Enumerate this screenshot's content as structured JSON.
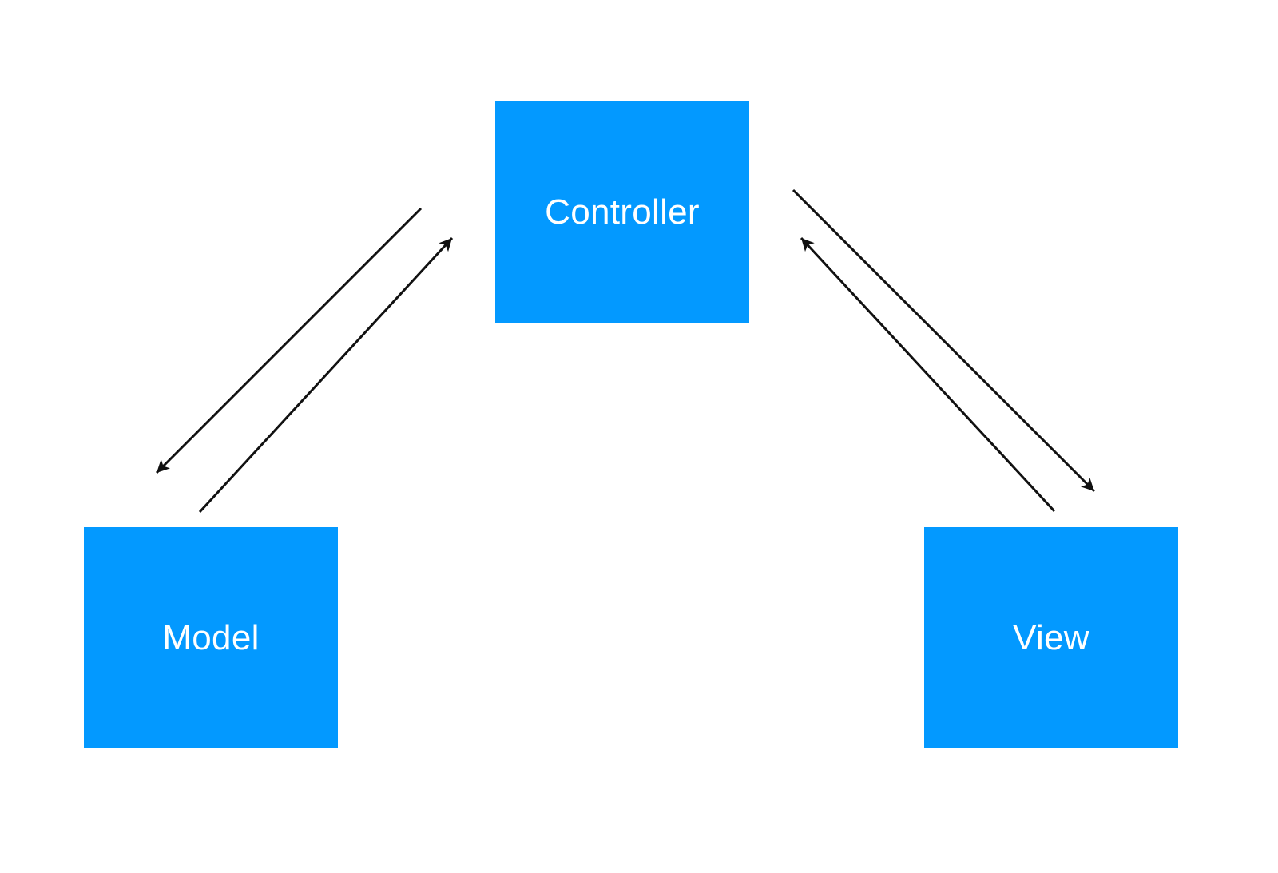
{
  "colors": {
    "node_fill": "#0399FF",
    "node_text": "#FFFFFF",
    "arrow": "#111111",
    "background": "#FFFFFF"
  },
  "nodes": {
    "controller": {
      "label": "Controller"
    },
    "model": {
      "label": "Model"
    },
    "view": {
      "label": "View"
    }
  },
  "edges": [
    {
      "from": "controller",
      "to": "model"
    },
    {
      "from": "model",
      "to": "controller"
    },
    {
      "from": "controller",
      "to": "view"
    },
    {
      "from": "view",
      "to": "controller"
    }
  ]
}
